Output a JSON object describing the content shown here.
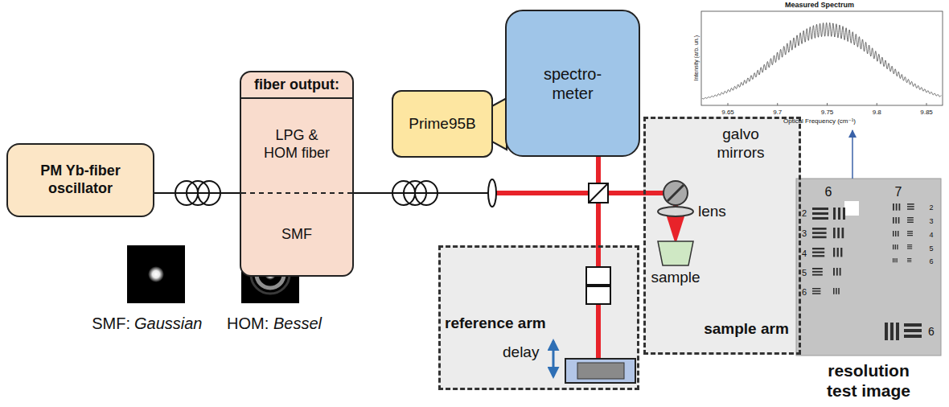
{
  "diagram": {
    "nodes": [
      {
        "text": [
          "PM Yb-fiber oscillator"
        ]
      },
      {
        "text": [
          "fiber output:",
          "LPG & HOM fiber",
          "SMF"
        ]
      },
      {
        "text": [
          "Prime95B"
        ]
      },
      {
        "text": [
          "spectro- meter"
        ]
      },
      {
        "text": [
          "Measured Spectrum",
          "Intensity (arb. un.)",
          "Optical Frequency (cm⁻¹)"
        ]
      },
      {
        "text": [
          "galvo mirrors",
          "lens",
          "sample",
          "sample arm"
        ]
      },
      {
        "text": [
          "reference arm",
          "delay"
        ]
      },
      {
        "text": [
          "resolution test image"
        ]
      }
    ],
    "edges": [
      {
        "from": 0,
        "to": 1,
        "arrow": "none"
      },
      {
        "from": 7,
        "to": 4,
        "arrow": "to"
      }
    ],
    "labels": [
      "SMF:",
      "Gaussian",
      "HOM:",
      "Bessel",
      "9.65",
      "9.7",
      "9.75",
      "9.8",
      "9.85",
      "6",
      "7",
      "2",
      "3",
      "4",
      "5",
      "6",
      "2",
      "3",
      "4",
      "5",
      "6",
      "6"
    ]
  }
}
